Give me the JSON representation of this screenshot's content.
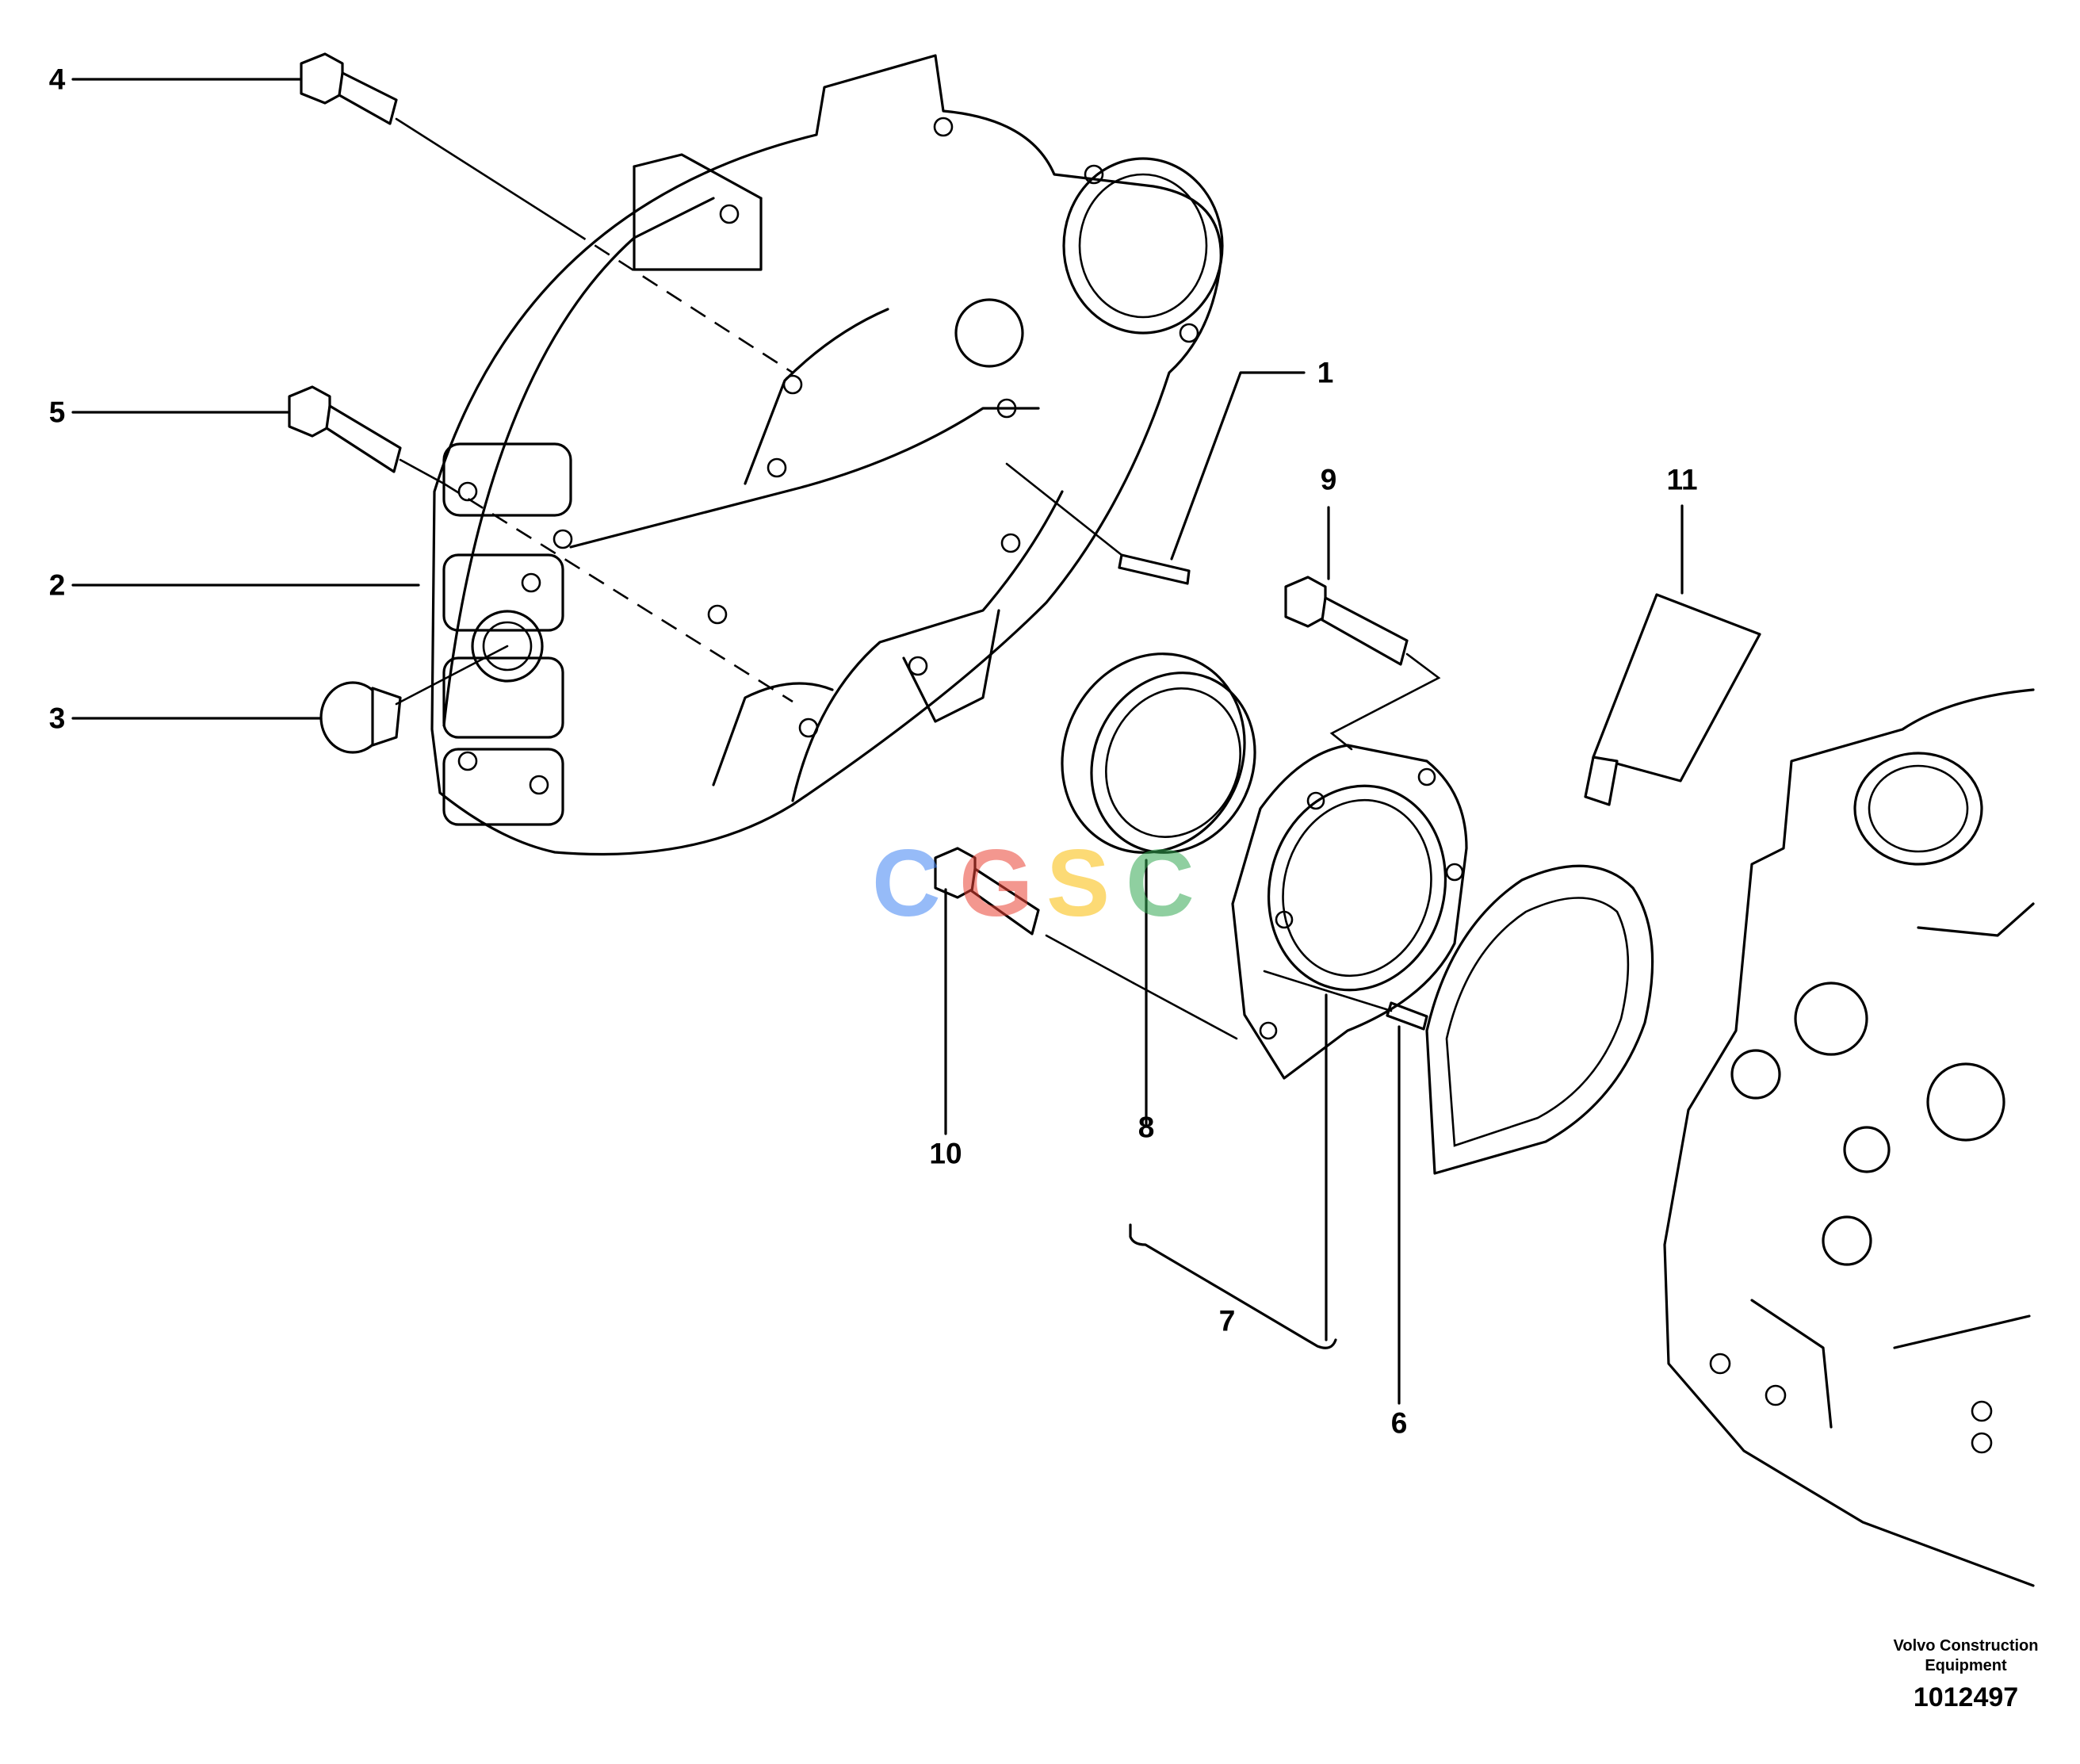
{
  "callouts": [
    {
      "id": "1",
      "label": "1"
    },
    {
      "id": "2",
      "label": "2"
    },
    {
      "id": "3",
      "label": "3"
    },
    {
      "id": "4",
      "label": "4"
    },
    {
      "id": "5",
      "label": "5"
    },
    {
      "id": "6",
      "label": "6"
    },
    {
      "id": "7",
      "label": "7"
    },
    {
      "id": "8",
      "label": "8"
    },
    {
      "id": "9",
      "label": "9"
    },
    {
      "id": "10",
      "label": "10"
    },
    {
      "id": "11",
      "label": "11"
    }
  ],
  "publisher": {
    "line1": "Volvo Construction",
    "line2": "Equipment"
  },
  "document_number": "1012497",
  "watermark": {
    "letters": [
      "C",
      "G",
      "S",
      "C"
    ],
    "colors": [
      "#4285F4",
      "#EA4335",
      "#FBBC05",
      "#34A853"
    ]
  }
}
